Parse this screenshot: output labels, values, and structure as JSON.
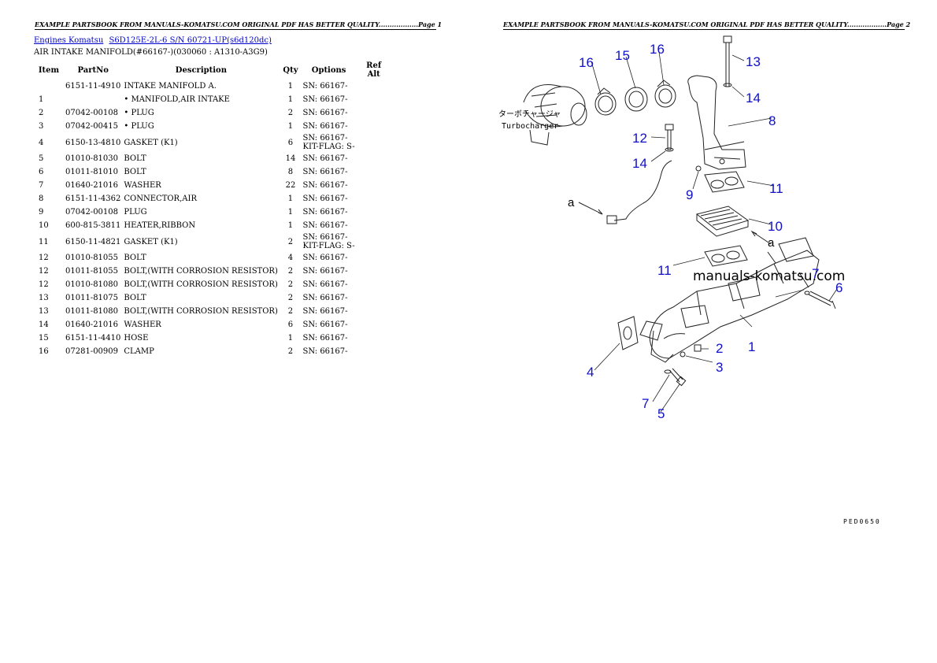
{
  "page1": {
    "header": "EXAMPLE PARTSBOOK FROM MANUALS-KOMATSU.COM ORIGINAL PDF HAS BETTER QUALITY..................Page 1",
    "breadcrumb": [
      "Engines Komatsu",
      "S6D125E-2L-6 S/N 60721-UP(s6d120dc)"
    ],
    "subtitle": "AIR INTAKE MANIFOLD(#66167-)(030060 : A1310-A3G9)",
    "columns": [
      "Item",
      "PartNo",
      "Description",
      "Qty",
      "Options",
      "Ref Alt"
    ],
    "rows": [
      {
        "item": "",
        "partno": "6151-11-4910",
        "desc": "INTAKE MANIFOLD A.",
        "qty": "1",
        "opt": "SN: 66167-",
        "ref": ""
      },
      {
        "item": "1",
        "partno": "",
        "desc": "• MANIFOLD,AIR INTAKE",
        "qty": "1",
        "opt": "SN: 66167-",
        "ref": ""
      },
      {
        "item": "2",
        "partno": "07042-00108",
        "desc": "• PLUG",
        "qty": "2",
        "opt": "SN: 66167-",
        "ref": ""
      },
      {
        "item": "3",
        "partno": "07042-00415",
        "desc": "• PLUG",
        "qty": "1",
        "opt": "SN: 66167-",
        "ref": ""
      },
      {
        "item": "4",
        "partno": "6150-13-4810",
        "desc": "GASKET (K1)",
        "qty": "6",
        "opt": "SN: 66167-\nKIT-FLAG: S-",
        "ref": ""
      },
      {
        "item": "5",
        "partno": "01010-81030",
        "desc": "BOLT",
        "qty": "14",
        "opt": "SN: 66167-",
        "ref": ""
      },
      {
        "item": "6",
        "partno": "01011-81010",
        "desc": "BOLT",
        "qty": "8",
        "opt": "SN: 66167-",
        "ref": ""
      },
      {
        "item": "7",
        "partno": "01640-21016",
        "desc": "WASHER",
        "qty": "22",
        "opt": "SN: 66167-",
        "ref": ""
      },
      {
        "item": "8",
        "partno": "6151-11-4362",
        "desc": "CONNECTOR,AIR",
        "qty": "1",
        "opt": "SN: 66167-",
        "ref": ""
      },
      {
        "item": "9",
        "partno": "07042-00108",
        "desc": "PLUG",
        "qty": "1",
        "opt": "SN: 66167-",
        "ref": ""
      },
      {
        "item": "10",
        "partno": "600-815-3811",
        "desc": "HEATER,RIBBON",
        "qty": "1",
        "opt": "SN: 66167-",
        "ref": ""
      },
      {
        "item": "11",
        "partno": "6150-11-4821",
        "desc": "GASKET (K1)",
        "qty": "2",
        "opt": "SN: 66167-\nKIT-FLAG: S-",
        "ref": ""
      },
      {
        "item": "12",
        "partno": "01010-81055",
        "desc": "BOLT",
        "qty": "4",
        "opt": "SN: 66167-",
        "ref": ""
      },
      {
        "item": "12",
        "partno": "01011-81055",
        "desc": "BOLT,(WITH CORROSION RESISTOR)",
        "qty": "2",
        "opt": "SN: 66167-",
        "ref": ""
      },
      {
        "item": "12",
        "partno": "01010-81080",
        "desc": "BOLT,(WITH CORROSION RESISTOR)",
        "qty": "2",
        "opt": "SN: 66167-",
        "ref": ""
      },
      {
        "item": "13",
        "partno": "01011-81075",
        "desc": "BOLT",
        "qty": "2",
        "opt": "SN: 66167-",
        "ref": ""
      },
      {
        "item": "13",
        "partno": "01011-81080",
        "desc": "BOLT,(WITH CORROSION RESISTOR)",
        "qty": "2",
        "opt": "SN: 66167-",
        "ref": ""
      },
      {
        "item": "14",
        "partno": "01640-21016",
        "desc": "WASHER",
        "qty": "6",
        "opt": "SN: 66167-",
        "ref": ""
      },
      {
        "item": "15",
        "partno": "6151-11-4410",
        "desc": "HOSE",
        "qty": "1",
        "opt": "SN: 66167-",
        "ref": ""
      },
      {
        "item": "16",
        "partno": "07281-00909",
        "desc": "CLAMP",
        "qty": "2",
        "opt": "SN: 66167-",
        "ref": ""
      }
    ]
  },
  "page2": {
    "header": "EXAMPLE PARTSBOOK FROM MANUALS-KOMATSU.COM ORIGINAL PDF HAS BETTER QUALITY..................Page 2",
    "watermark": "manuals-komatsu.com",
    "turbo_label_jp": "ターボチャージャ",
    "turbo_label_en": "Turbocharger",
    "callouts": [
      "16",
      "15",
      "16",
      "13",
      "14",
      "8",
      "12",
      "14",
      "9",
      "11",
      "a",
      "10",
      "a",
      "11",
      "7",
      "6",
      "2",
      "1",
      "3",
      "4",
      "7",
      "5"
    ],
    "drawing_code": "PED0650",
    "link_color": "#0000cc",
    "callout_color": "#1010c8"
  }
}
